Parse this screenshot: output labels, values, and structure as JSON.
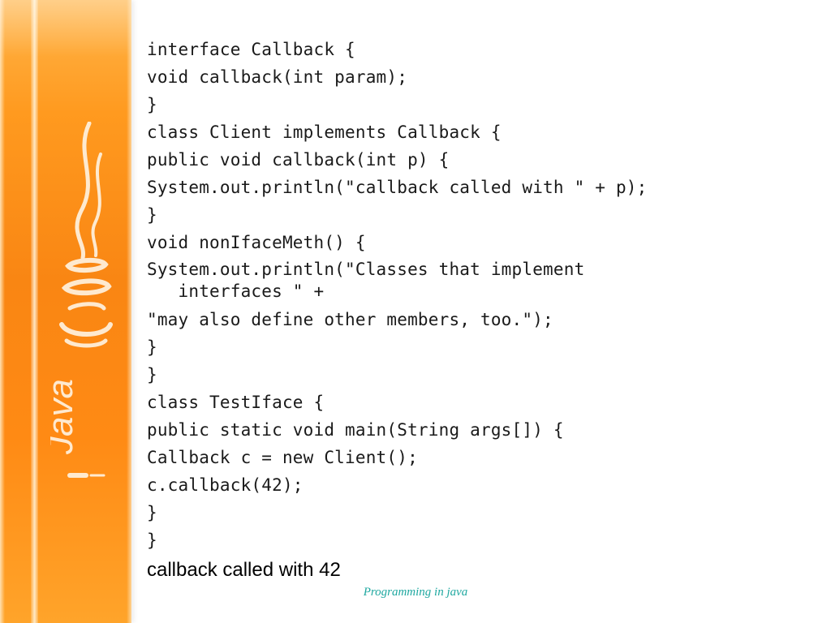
{
  "code_lines": [
    "interface Callback {",
    "void callback(int param);",
    "}",
    "class Client implements Callback {",
    "public void callback(int p) {",
    "System.out.println(\"callback called with \" + p);",
    "}",
    "void nonIfaceMeth() {",
    "System.out.println(\"Classes that implement\n   interfaces \" +",
    "\"may also define other members, too.\");",
    "}",
    "}",
    "class TestIface {",
    "public static void main(String args[]) {",
    "Callback c = new Client();",
    "c.callback(42);",
    "}",
    "}"
  ],
  "output_text": "callback called with 42",
  "footer_text": "Programming in java",
  "logo_text": "Java",
  "colors": {
    "side_band": "#f98613",
    "footer_text": "#1fa8a0",
    "code_text": "#1a1a1a"
  }
}
